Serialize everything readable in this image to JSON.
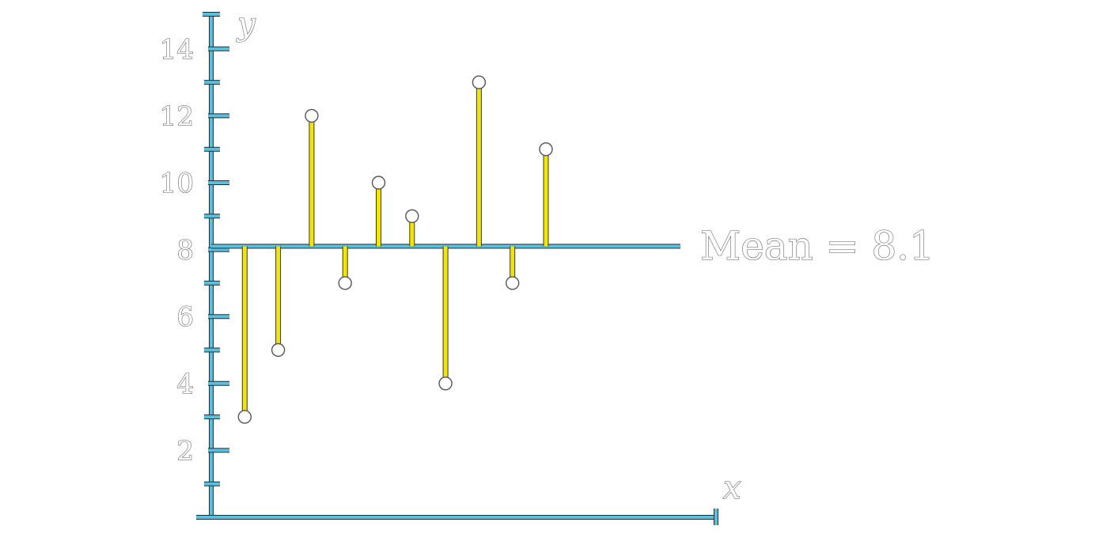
{
  "chart_data": {
    "type": "stem",
    "x": [
      1,
      2,
      3,
      4,
      5,
      6,
      7,
      8,
      9,
      10
    ],
    "y": [
      3,
      5,
      12,
      7,
      10,
      9,
      4,
      13,
      7,
      11
    ],
    "mean": 8.1,
    "mean_label": "Mean = 8.1",
    "xlabel": "x",
    "ylabel": "y",
    "ylim": [
      0,
      15
    ],
    "xlim": [
      0,
      15
    ],
    "y_major_ticks": [
      2,
      4,
      6,
      8,
      10,
      12,
      14
    ],
    "y_tick_labels": [
      "2",
      "4",
      "6",
      "8",
      "10",
      "12",
      "14"
    ],
    "y_minor_ticks": [
      1,
      3,
      5,
      7,
      9,
      11,
      13
    ],
    "grid": false,
    "colors": {
      "axis": "#5bc0de",
      "stem": "#f2e600",
      "marker": "#ffffff"
    }
  }
}
